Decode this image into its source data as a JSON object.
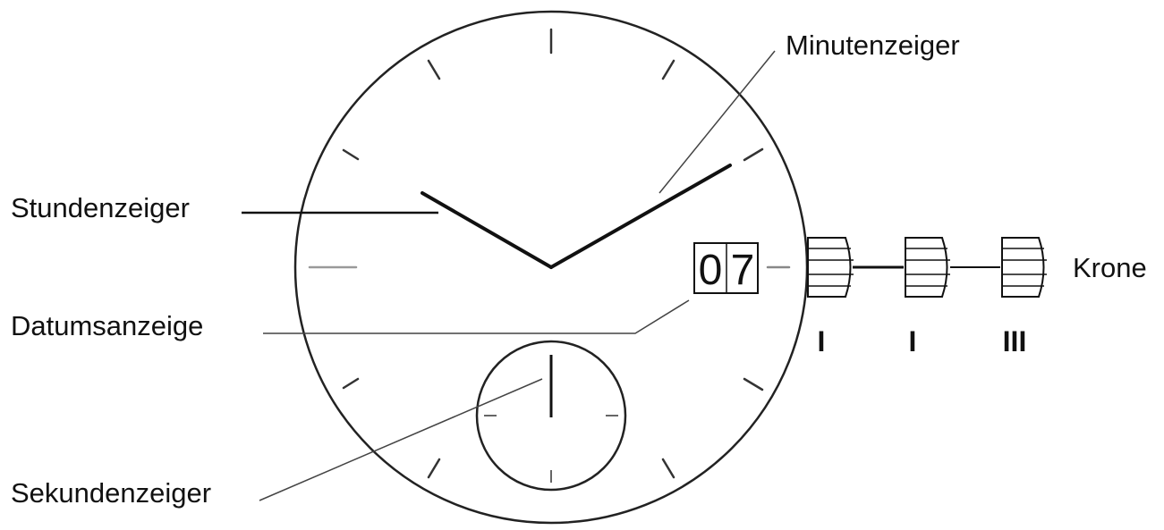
{
  "labels": {
    "hour_hand": "Stundenzeiger",
    "minute_hand": "Minutenzeiger",
    "date_display": "Datumsanzeige",
    "second_hand": "Sekundenzeiger",
    "crown": "Krone"
  },
  "date_window": {
    "digit_1": "0",
    "digit_2": "7"
  },
  "crown_positions": [
    "I",
    "I",
    "III"
  ]
}
